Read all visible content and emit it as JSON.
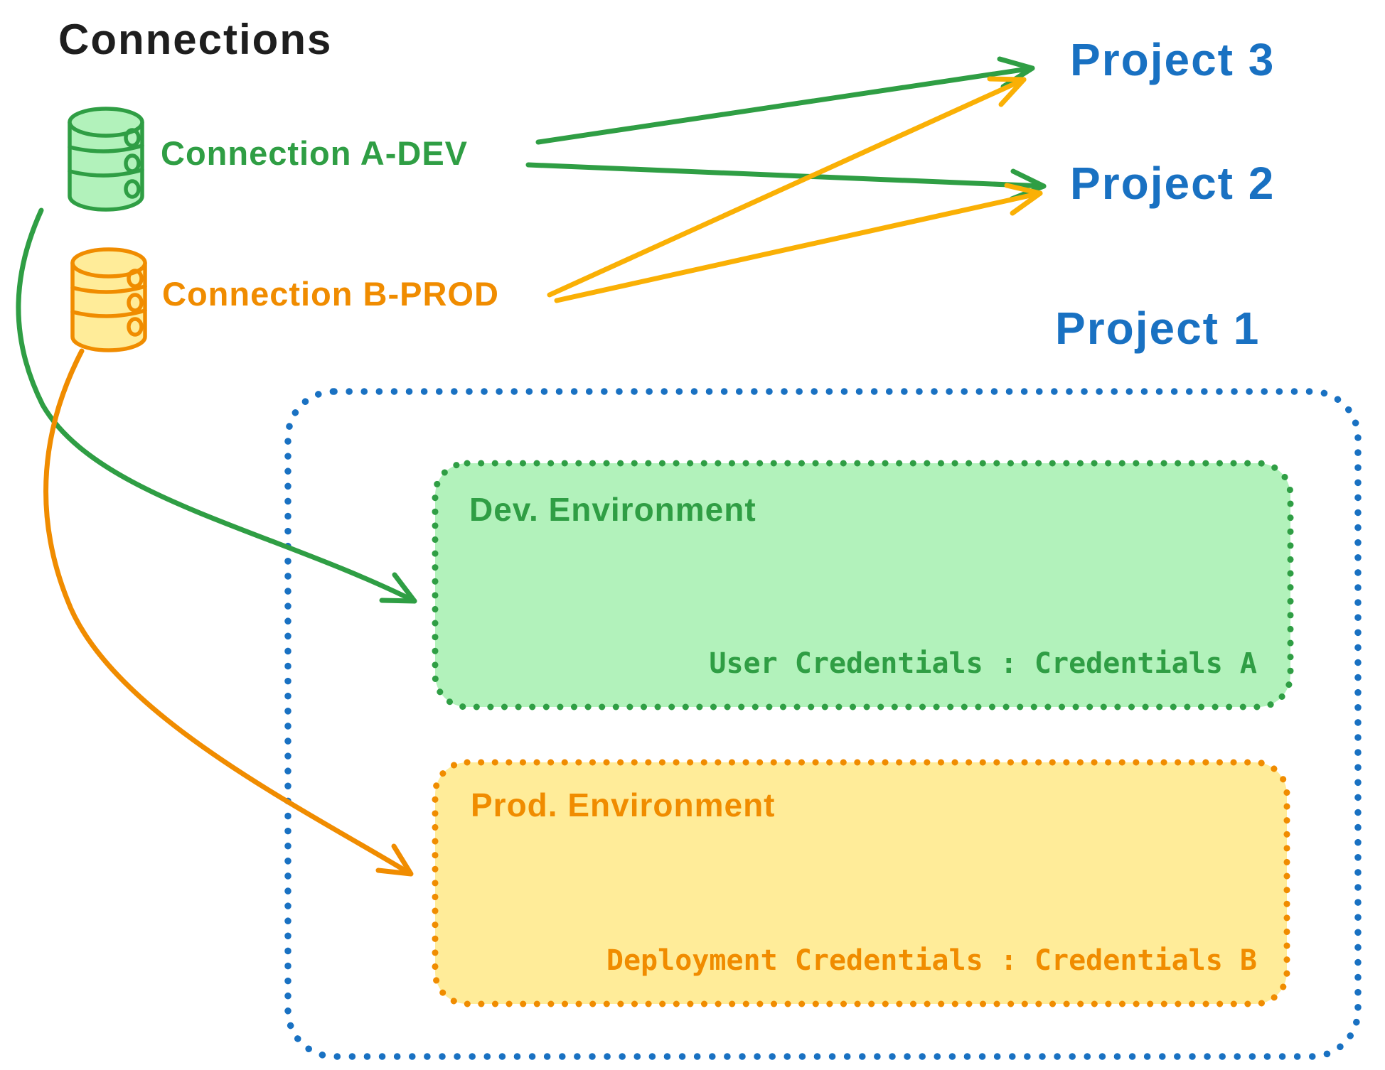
{
  "diagram": {
    "title": "Connections",
    "connections": [
      {
        "id": "a-dev",
        "label": "Connection A-DEV",
        "color": "#2f9e44",
        "icon": "database-icon"
      },
      {
        "id": "b-prod",
        "label": "Connection B-PROD",
        "color": "#f08c00",
        "icon": "database-icon"
      }
    ],
    "projects": [
      {
        "label": "Project 3"
      },
      {
        "label": "Project 2"
      },
      {
        "label": "Project 1"
      }
    ],
    "project1_environments": [
      {
        "title": "Dev. Environment",
        "credentials": "User Credentials : Credentials A",
        "stroke": "#2f9e44",
        "fill": "#b2f2bb"
      },
      {
        "title": "Prod. Environment",
        "credentials": "Deployment Credentials : Credentials B",
        "stroke": "#f08c00",
        "fill": "#ffec99"
      }
    ],
    "edges": [
      {
        "from": "Connection A-DEV",
        "to": "Project 3",
        "color": "#2f9e44"
      },
      {
        "from": "Connection A-DEV",
        "to": "Project 2",
        "color": "#2f9e44"
      },
      {
        "from": "Connection B-PROD",
        "to": "Project 3",
        "color": "#fab005"
      },
      {
        "from": "Connection B-PROD",
        "to": "Project 2",
        "color": "#fab005"
      },
      {
        "from": "Connection A-DEV",
        "to": "Dev. Environment",
        "color": "#2f9e44"
      },
      {
        "from": "Connection B-PROD",
        "to": "Prod. Environment",
        "color": "#f08c00"
      }
    ],
    "colors": {
      "title_text": "#1e1e1e",
      "green": "#2f9e44",
      "green_fill": "#b2f2bb",
      "orange": "#f08c00",
      "orange_fill": "#ffec99",
      "yellow_arrow": "#fab005",
      "blue": "#1971c2",
      "background": "#ffffff"
    }
  }
}
